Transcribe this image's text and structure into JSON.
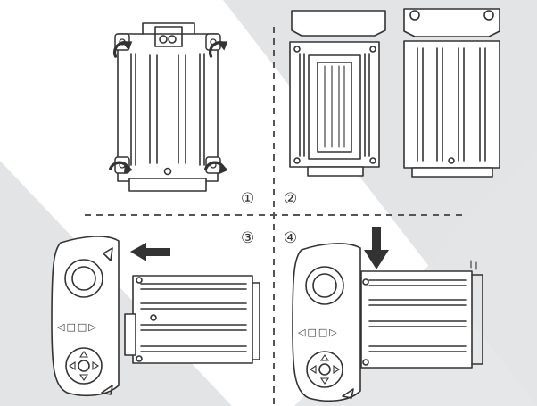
{
  "colors": {
    "background": "#ffffff",
    "band": "#e3e4e6",
    "line": "#333333",
    "divider": "#555555"
  },
  "steps": [
    {
      "number": "①",
      "action": "rotate-clips"
    },
    {
      "number": "②",
      "action": "clips-rotated"
    },
    {
      "number": "③",
      "action": "slide-out"
    },
    {
      "number": "④",
      "action": "press-down"
    }
  ],
  "controller": {
    "button_glyphs": "◁□□▷",
    "icons": [
      "joystick-icon",
      "dpad-icon",
      "menu-buttons-icon"
    ]
  },
  "arrows": {
    "rotate": "rotate-arrow-icon",
    "slide": "left-arrow-icon",
    "press": "down-arrow-icon"
  }
}
